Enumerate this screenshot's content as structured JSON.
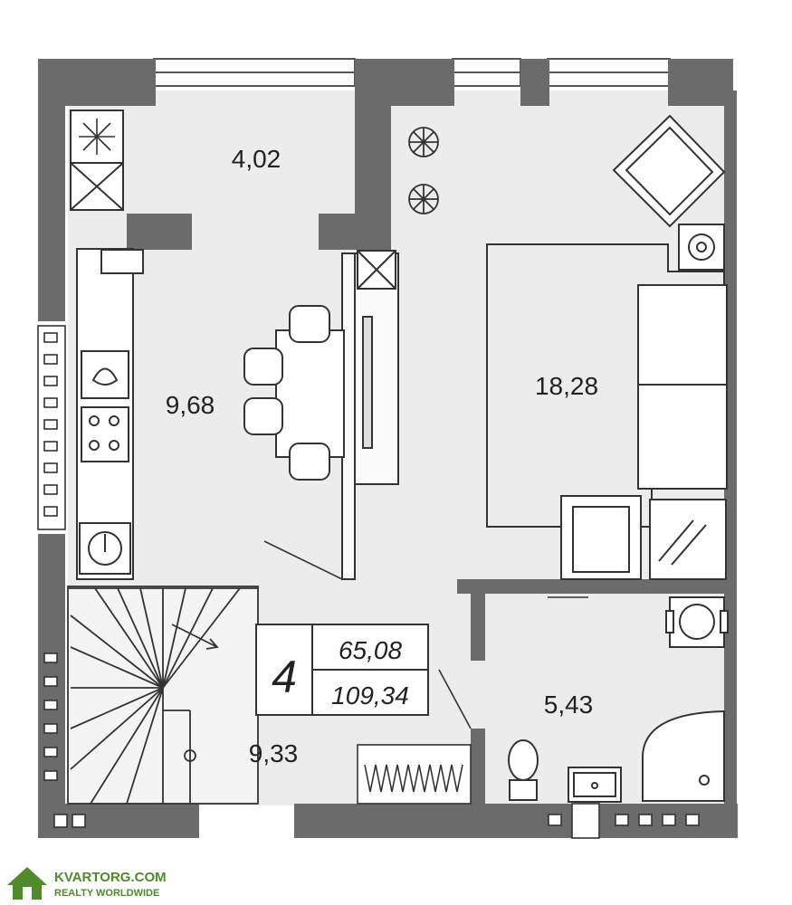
{
  "plan": {
    "rooms": [
      {
        "id": "storage",
        "area": "4,02"
      },
      {
        "id": "kitchen-dining",
        "area": "9,68"
      },
      {
        "id": "living",
        "area": "18,28"
      },
      {
        "id": "hall-stairs",
        "area": "9,33"
      },
      {
        "id": "bathroom",
        "area": "5,43"
      }
    ],
    "info_box": {
      "room_count": "4",
      "living_area": "65,08",
      "total_area": "109,34"
    }
  },
  "watermark": {
    "brand": "KVARTORG.COM",
    "tagline": "REALTY WORLDWIDE",
    "color": "#4f8a2b"
  },
  "colors": {
    "wall": "#6b6b6b",
    "floor": "#ececec",
    "line": "#333333"
  }
}
